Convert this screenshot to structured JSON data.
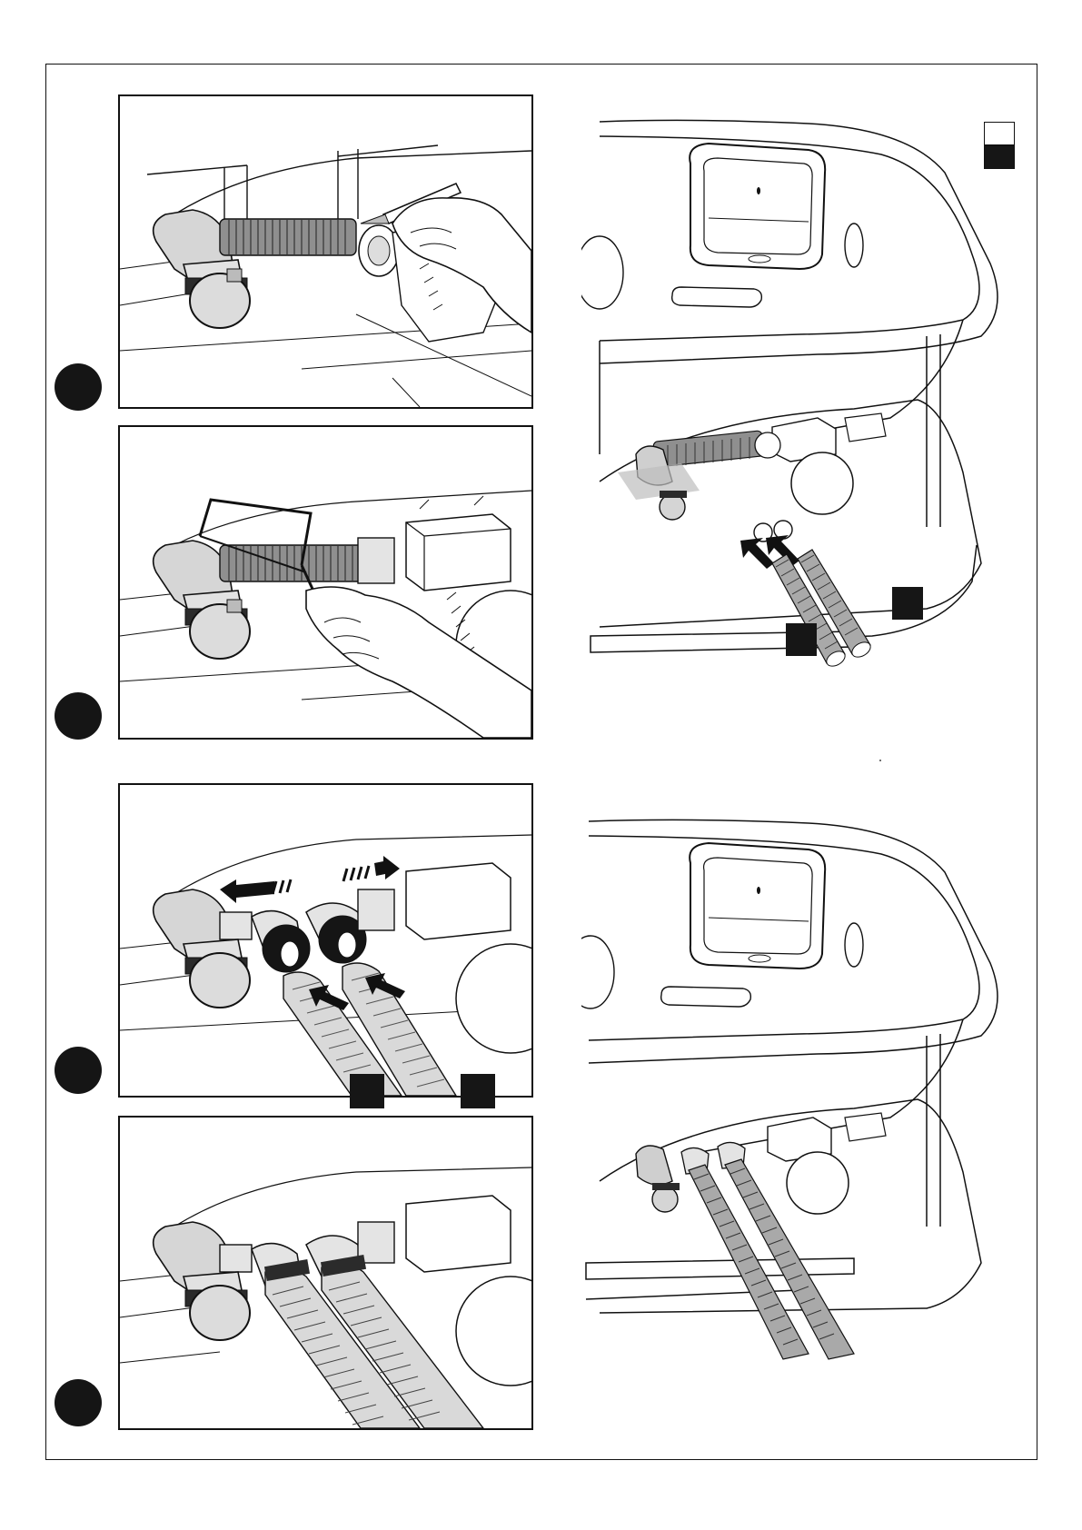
{
  "page": {
    "kind": "assembly instructions illustration",
    "text": []
  },
  "steps": [
    {
      "id": "measure",
      "tool": "pencil",
      "marker": "step-dot"
    },
    {
      "id": "saw",
      "tool": "hacksaw",
      "marker": "step-dot"
    },
    {
      "id": "connect",
      "tool": "none",
      "marker": "step-dot",
      "tags": 2
    },
    {
      "id": "fitted",
      "tool": "none",
      "marker": "step-dot"
    }
  ],
  "scenes": [
    {
      "id": "overview-insert",
      "tags": 2
    },
    {
      "id": "overview-complete",
      "tags": 0
    }
  ],
  "legend": {
    "items": [
      "open-square",
      "filled-square"
    ]
  },
  "colors": {
    "ink": "#111111",
    "tag": "#161616",
    "pipe_grey": "#9a9a9a",
    "shade": "#d6d6d6"
  }
}
